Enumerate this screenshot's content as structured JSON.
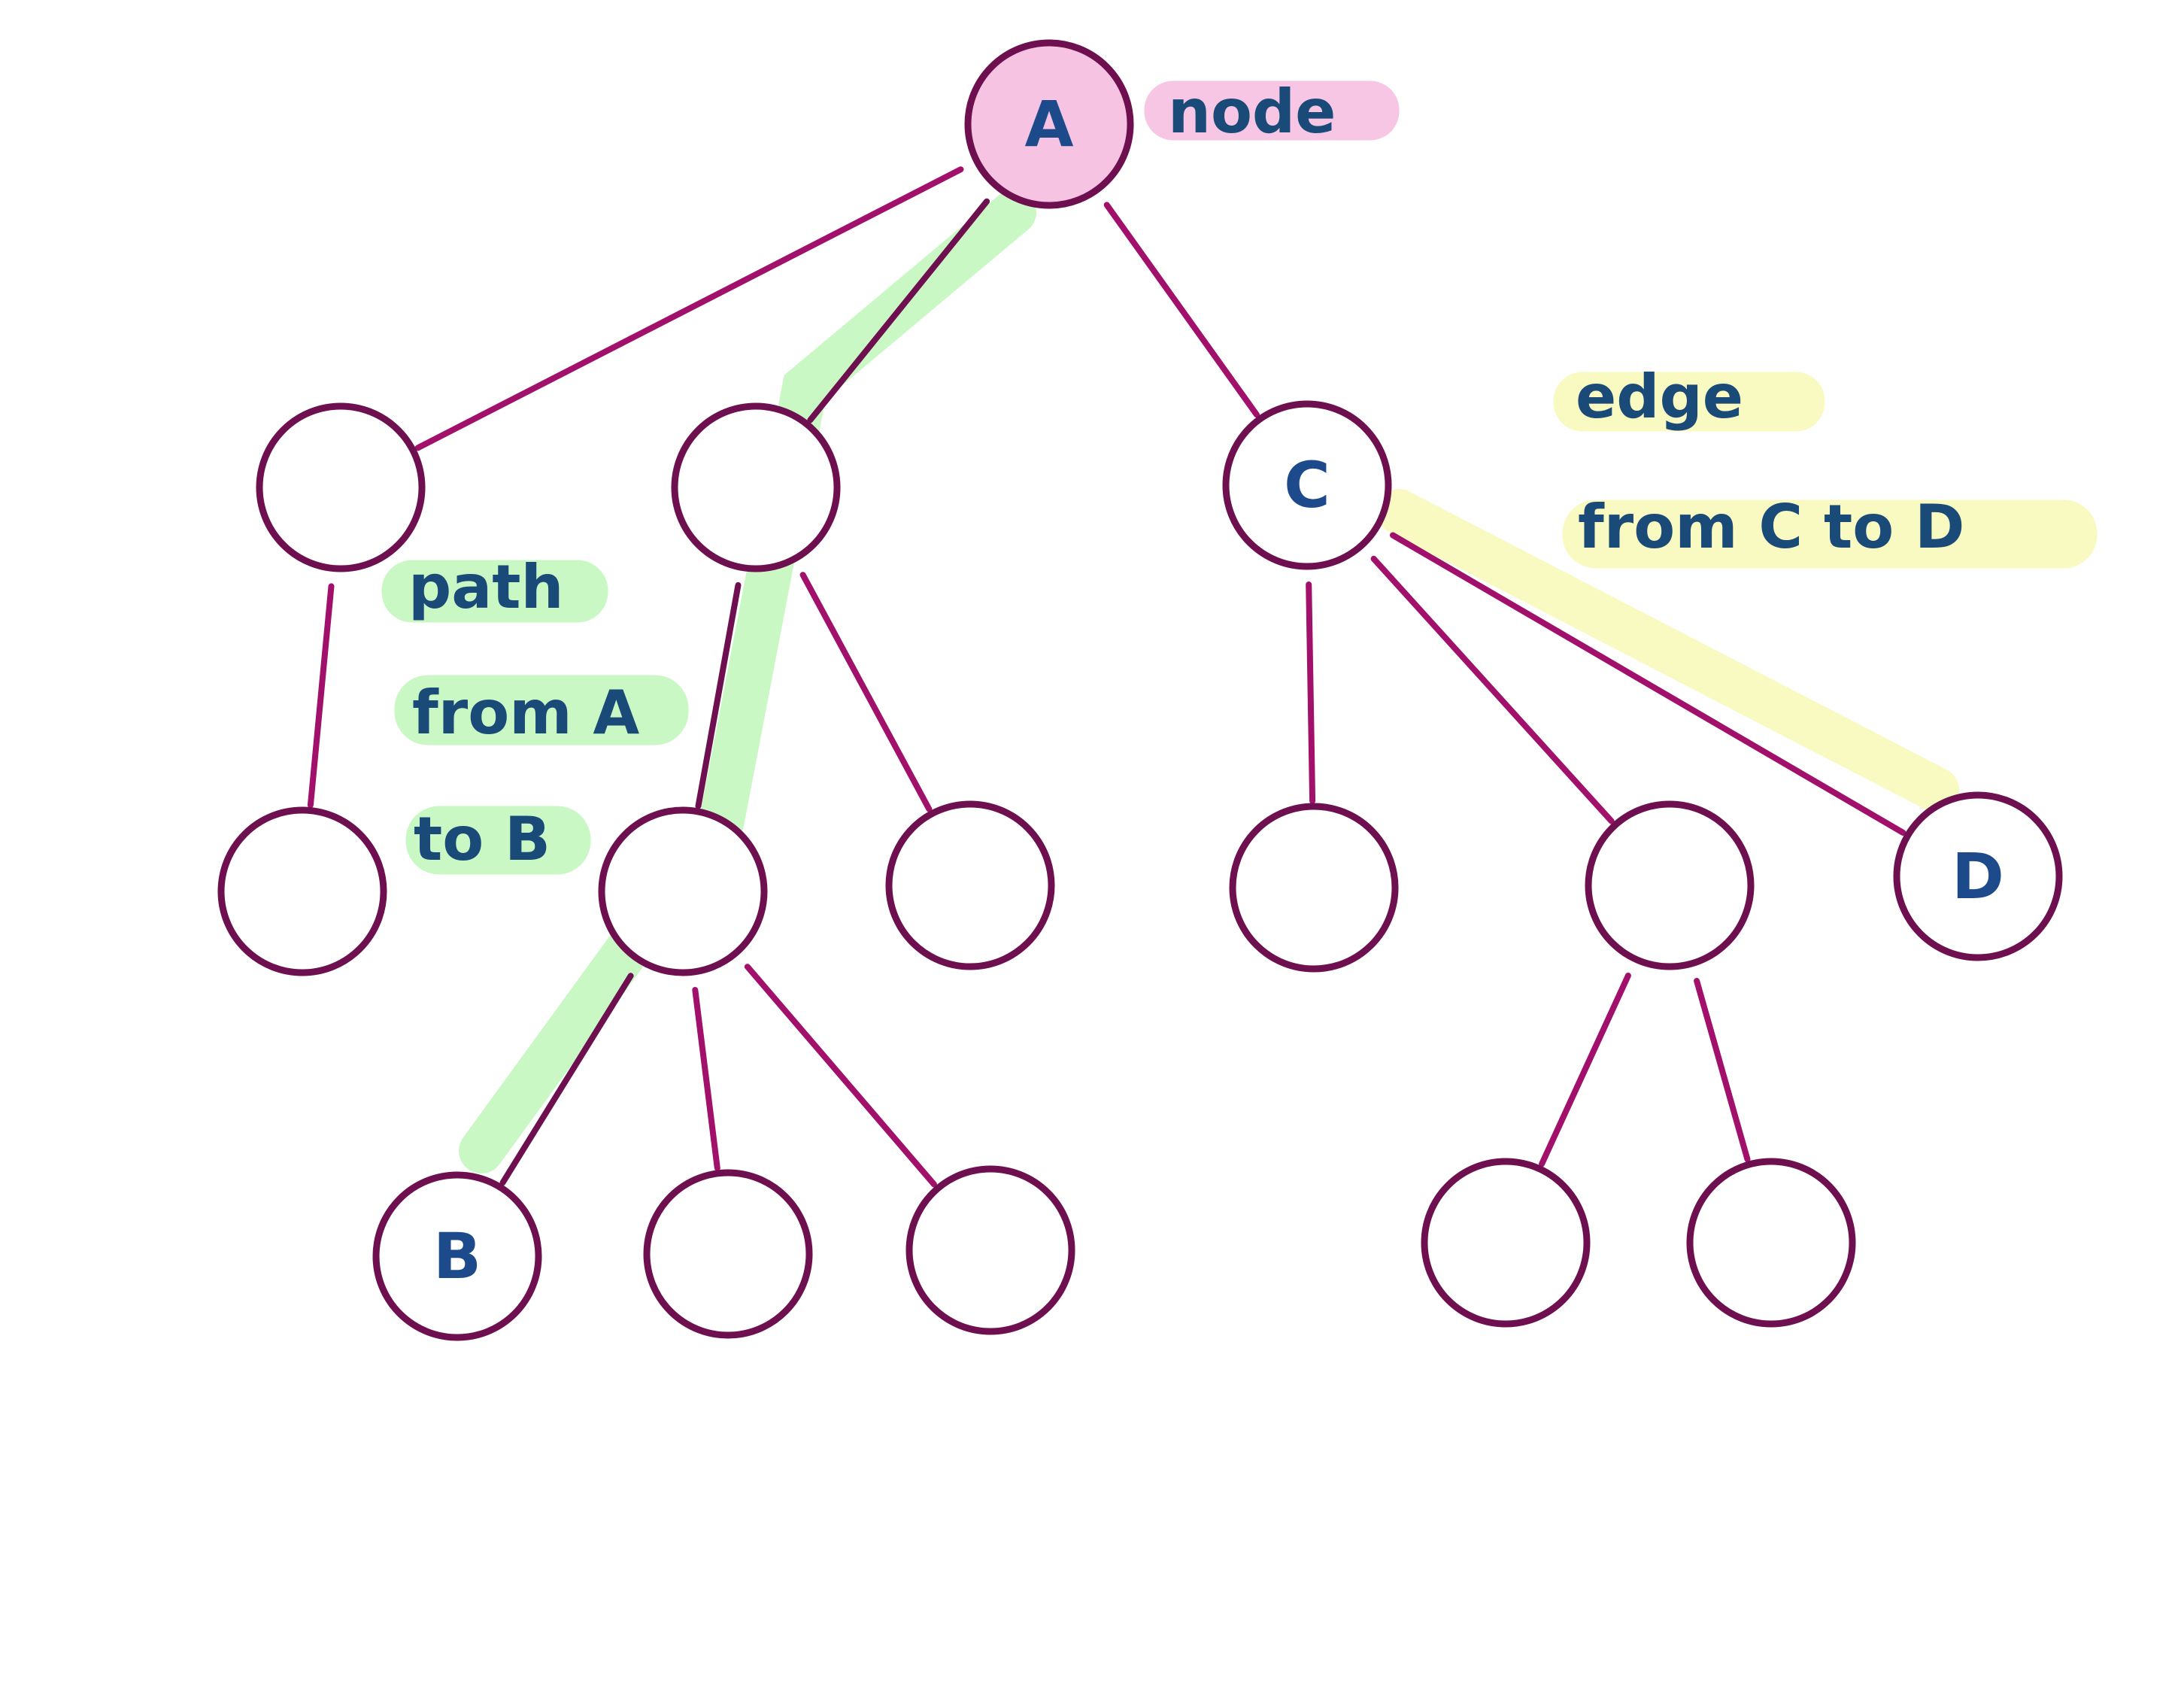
{
  "diagram": {
    "type": "tree",
    "nodes": [
      {
        "id": "A",
        "label": "A",
        "highlight": "root"
      },
      {
        "id": "n1",
        "label": ""
      },
      {
        "id": "n2",
        "label": ""
      },
      {
        "id": "C",
        "label": "C"
      },
      {
        "id": "n4",
        "label": ""
      },
      {
        "id": "n5",
        "label": ""
      },
      {
        "id": "n6",
        "label": ""
      },
      {
        "id": "n7",
        "label": ""
      },
      {
        "id": "n8",
        "label": ""
      },
      {
        "id": "D",
        "label": "D"
      },
      {
        "id": "B",
        "label": "B"
      },
      {
        "id": "n11",
        "label": ""
      },
      {
        "id": "n12",
        "label": ""
      },
      {
        "id": "n13",
        "label": ""
      },
      {
        "id": "n14",
        "label": ""
      }
    ],
    "edges": [
      [
        "A",
        "n1"
      ],
      [
        "A",
        "n2"
      ],
      [
        "A",
        "C"
      ],
      [
        "n1",
        "n4"
      ],
      [
        "n2",
        "n5"
      ],
      [
        "n2",
        "n6"
      ],
      [
        "C",
        "n7"
      ],
      [
        "C",
        "n8"
      ],
      [
        "C",
        "D"
      ],
      [
        "n5",
        "B"
      ],
      [
        "n5",
        "n11"
      ],
      [
        "n5",
        "n12"
      ],
      [
        "n8",
        "n13"
      ],
      [
        "n8",
        "n14"
      ]
    ],
    "path_edges": [
      [
        "A",
        "n2"
      ],
      [
        "n2",
        "n5"
      ],
      [
        "n5",
        "B"
      ]
    ],
    "highlighted_edge": [
      "C",
      "D"
    ]
  },
  "annotations": {
    "node": {
      "text": "node",
      "color": "#f6c6e4"
    },
    "path": {
      "lines": [
        "path",
        "from A",
        "to B"
      ],
      "color": "#c9f8c4"
    },
    "edge": {
      "lines": [
        "edge",
        "from C to D"
      ],
      "color": "#f9f9c2"
    }
  },
  "colors": {
    "node_stroke": "#6e0f4f",
    "edge": "#a1106b",
    "root_fill": "#f7c3e2",
    "text": "#1a4a78"
  }
}
